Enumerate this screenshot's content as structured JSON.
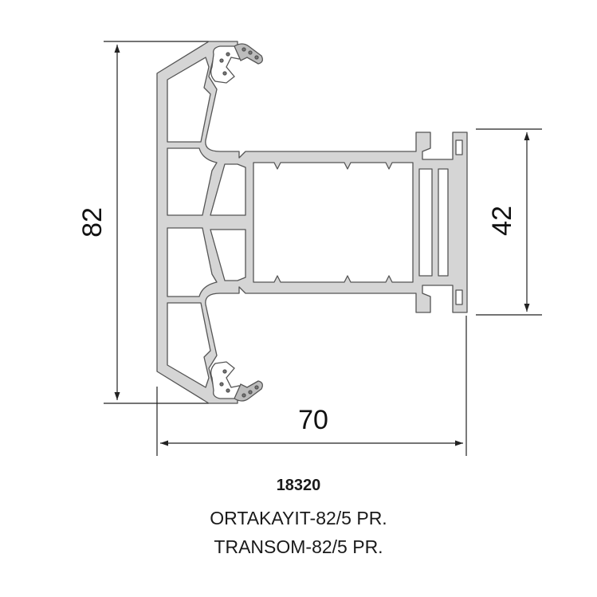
{
  "drawing": {
    "dimensions": {
      "height": "82",
      "width": "70",
      "core_height": "42"
    },
    "colors": {
      "profile_fill": "#d5d5d5",
      "profile_stroke": "#555555",
      "dimension_line": "#222222",
      "gasket": "#9a9a9a"
    }
  },
  "caption": {
    "code": "18320",
    "name_tr": "ORTAKAYIT-82/5 PR.",
    "name_en": "TRANSOM-82/5 PR."
  }
}
